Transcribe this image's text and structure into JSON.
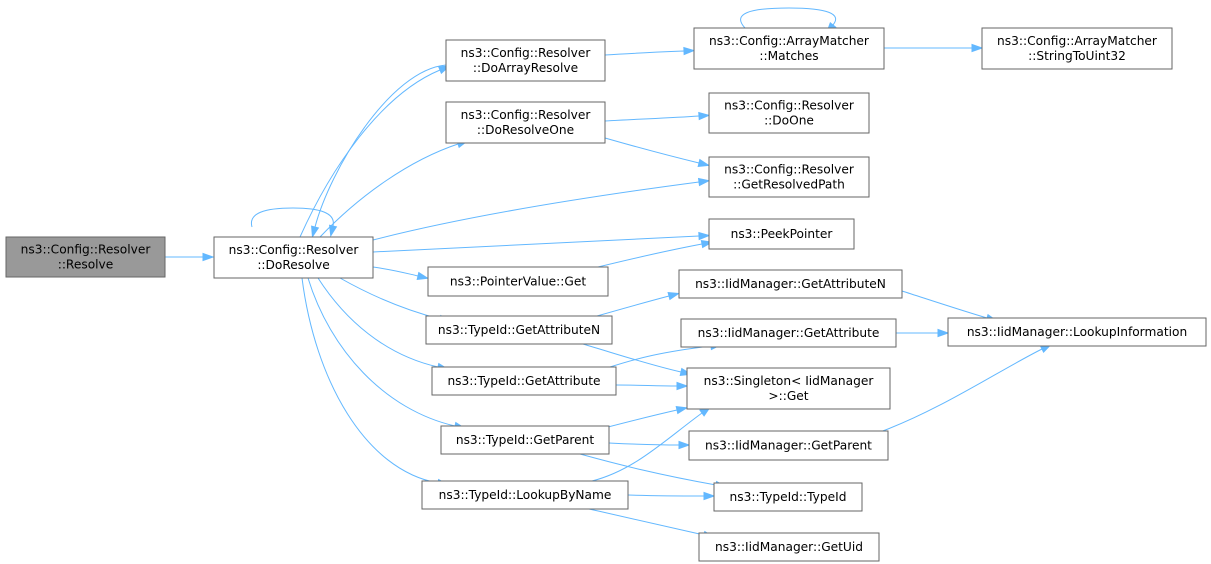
{
  "graph": {
    "edge_color": "#63b8ff",
    "node_border_color": "#666666",
    "root_fill_color": "#999999",
    "nodes": [
      {
        "id": "resolve",
        "lines": [
          "ns3::Config::Resolver",
          "::Resolve"
        ],
        "root": true
      },
      {
        "id": "doresolve",
        "lines": [
          "ns3::Config::Resolver",
          "::DoResolve"
        ]
      },
      {
        "id": "doarrayresolve",
        "lines": [
          "ns3::Config::Resolver",
          "::DoArrayResolve"
        ]
      },
      {
        "id": "doresolveone",
        "lines": [
          "ns3::Config::Resolver",
          "::DoResolveOne"
        ]
      },
      {
        "id": "pointervalue_get",
        "lines": [
          "ns3::PointerValue::Get"
        ]
      },
      {
        "id": "typeid_getattributen",
        "lines": [
          "ns3::TypeId::GetAttributeN"
        ]
      },
      {
        "id": "typeid_getattribute",
        "lines": [
          "ns3::TypeId::GetAttribute"
        ]
      },
      {
        "id": "typeid_getparent",
        "lines": [
          "ns3::TypeId::GetParent"
        ]
      },
      {
        "id": "typeid_lookupbyname",
        "lines": [
          "ns3::TypeId::LookupByName"
        ]
      },
      {
        "id": "arraymatcher_matches",
        "lines": [
          "ns3::Config::ArrayMatcher",
          "::Matches"
        ]
      },
      {
        "id": "arraymatcher_stringtouint32",
        "lines": [
          "ns3::Config::ArrayMatcher",
          "::StringToUint32"
        ]
      },
      {
        "id": "doone",
        "lines": [
          "ns3::Config::Resolver",
          "::DoOne"
        ]
      },
      {
        "id": "getresolvedpath",
        "lines": [
          "ns3::Config::Resolver",
          "::GetResolvedPath"
        ]
      },
      {
        "id": "peekpointer",
        "lines": [
          "ns3::PeekPointer"
        ]
      },
      {
        "id": "iid_getattributen",
        "lines": [
          "ns3::IidManager::GetAttributeN"
        ]
      },
      {
        "id": "iid_getattribute",
        "lines": [
          "ns3::IidManager::GetAttribute"
        ]
      },
      {
        "id": "singleton_get",
        "lines": [
          "ns3::Singleton< IidManager",
          ">::Get"
        ]
      },
      {
        "id": "iid_getparent",
        "lines": [
          "ns3::IidManager::GetParent"
        ]
      },
      {
        "id": "typeid_typeid",
        "lines": [
          "ns3::TypeId::TypeId"
        ]
      },
      {
        "id": "iid_getuid",
        "lines": [
          "ns3::IidManager::GetUid"
        ]
      },
      {
        "id": "iid_lookupinformation",
        "lines": [
          "ns3::IidManager::LookupInformation"
        ]
      }
    ],
    "edges": [
      {
        "from": "resolve",
        "to": "doresolve"
      },
      {
        "from": "doresolve",
        "to": "doresolve"
      },
      {
        "from": "doresolve",
        "to": "doarrayresolve"
      },
      {
        "from": "doarrayresolve",
        "to": "doresolve"
      },
      {
        "from": "doresolve",
        "to": "doresolveone"
      },
      {
        "from": "doresolve",
        "to": "getresolvedpath"
      },
      {
        "from": "doresolve",
        "to": "peekpointer"
      },
      {
        "from": "doresolve",
        "to": "pointervalue_get"
      },
      {
        "from": "doresolve",
        "to": "typeid_getattributen"
      },
      {
        "from": "doresolve",
        "to": "typeid_getattribute"
      },
      {
        "from": "doresolve",
        "to": "typeid_getparent"
      },
      {
        "from": "doresolve",
        "to": "typeid_lookupbyname"
      },
      {
        "from": "doarrayresolve",
        "to": "arraymatcher_matches"
      },
      {
        "from": "arraymatcher_matches",
        "to": "arraymatcher_matches"
      },
      {
        "from": "arraymatcher_matches",
        "to": "arraymatcher_stringtouint32"
      },
      {
        "from": "doresolveone",
        "to": "doone"
      },
      {
        "from": "doresolveone",
        "to": "getresolvedpath"
      },
      {
        "from": "pointervalue_get",
        "to": "peekpointer"
      },
      {
        "from": "typeid_getattributen",
        "to": "iid_getattributen"
      },
      {
        "from": "typeid_getattributen",
        "to": "singleton_get"
      },
      {
        "from": "iid_getattributen",
        "to": "iid_lookupinformation"
      },
      {
        "from": "typeid_getattribute",
        "to": "iid_getattribute"
      },
      {
        "from": "typeid_getattribute",
        "to": "singleton_get"
      },
      {
        "from": "iid_getattribute",
        "to": "iid_lookupinformation"
      },
      {
        "from": "typeid_getparent",
        "to": "singleton_get"
      },
      {
        "from": "typeid_getparent",
        "to": "iid_getparent"
      },
      {
        "from": "typeid_getparent",
        "to": "typeid_typeid"
      },
      {
        "from": "iid_getparent",
        "to": "iid_lookupinformation"
      },
      {
        "from": "typeid_lookupbyname",
        "to": "singleton_get"
      },
      {
        "from": "typeid_lookupbyname",
        "to": "typeid_typeid"
      },
      {
        "from": "typeid_lookupbyname",
        "to": "iid_getuid"
      }
    ]
  }
}
